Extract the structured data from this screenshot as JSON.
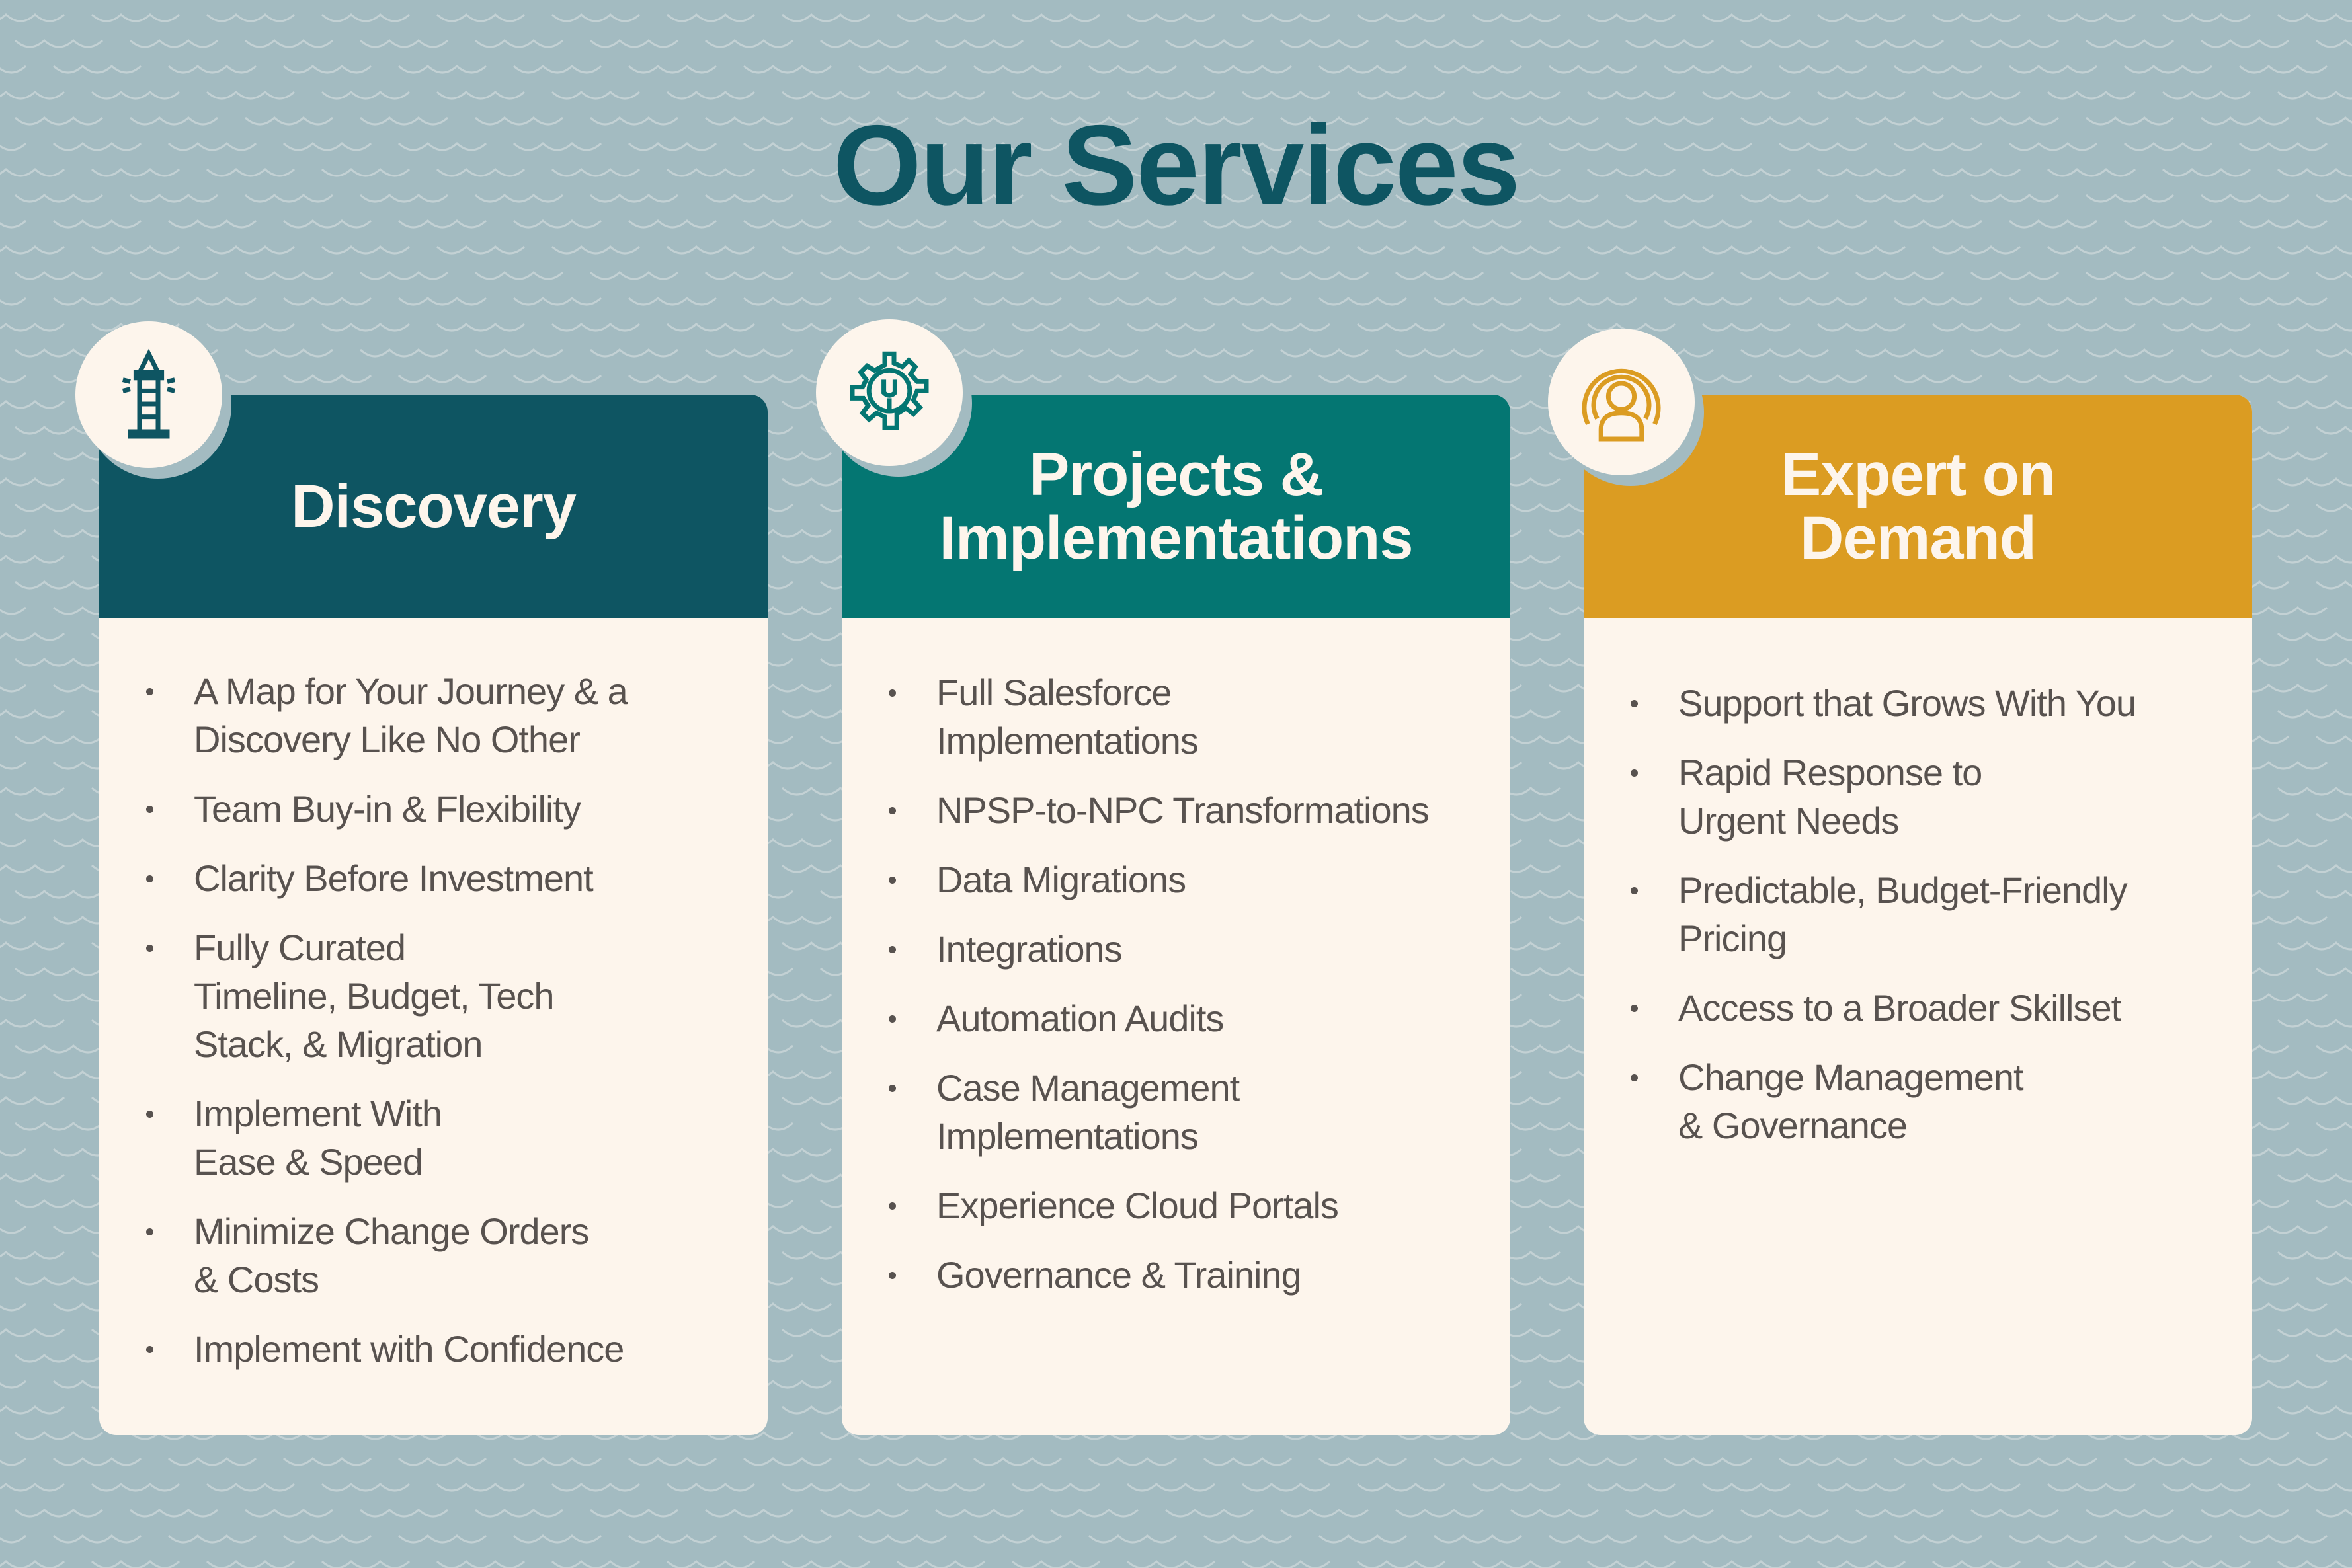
{
  "title": "Our Services",
  "colors": {
    "background": "#a3bbc1",
    "title": "#0e5562",
    "card_body": "#fdf5ec",
    "discovery": "#0e5562",
    "projects": "#047672",
    "expert": "#db9c22",
    "text": "#58524f"
  },
  "cards": [
    {
      "icon": "lighthouse-icon",
      "title_lines": [
        "Discovery"
      ],
      "items": [
        "A Map for Your Journey & a Discovery Like No Other",
        "Team Buy-in & Flexibility",
        "Clarity Before Investment",
        "Fully Curated Timeline, Budget, Tech Stack, & Migration",
        "Implement With Ease & Speed",
        "Minimize Change Orders & Costs",
        "Implement with Confidence"
      ]
    },
    {
      "icon": "gear-wrench-icon",
      "title_lines": [
        "Projects &",
        "Implementations"
      ],
      "items": [
        "Full Salesforce Implementations",
        "NPSP-to-NPC Transformations",
        "Data Migrations",
        "Integrations",
        "Automation Audits",
        "Case Management Implementations",
        "Experience Cloud Portals",
        "Governance & Training"
      ]
    },
    {
      "icon": "expert-person-icon",
      "title_lines": [
        "Expert on",
        "Demand"
      ],
      "items": [
        "Support that Grows With You",
        "Rapid Response to Urgent Needs",
        "Predictable, Budget-Friendly Pricing",
        "Access to a Broader Skillset",
        "Change Management & Governance"
      ]
    }
  ]
}
